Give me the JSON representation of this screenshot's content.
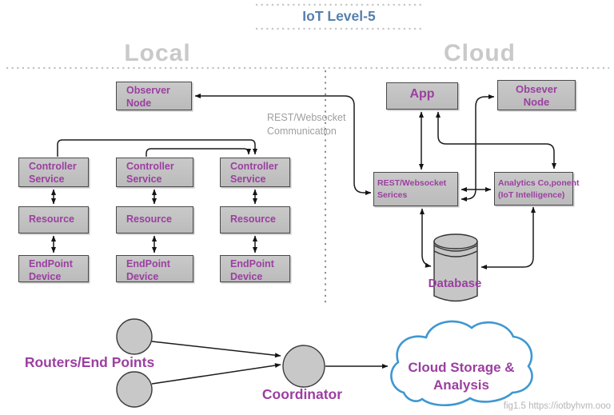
{
  "title": "IoT Level-5",
  "headers": {
    "local": "Local",
    "cloud": "Cloud"
  },
  "communication_label": "REST/Websocket Communication",
  "local": {
    "observer_node": "Observer Node",
    "columns": [
      {
        "controller": "Controller Service",
        "resource": "Resource",
        "endpoint": "EndPoint Device"
      },
      {
        "controller": "Controller Service",
        "resource": "Resource",
        "endpoint": "EndPoint Device"
      },
      {
        "controller": "Controller Service",
        "resource": "Resource",
        "endpoint": "EndPoint Device"
      }
    ]
  },
  "cloud": {
    "app": "App",
    "observer_node": "Obsever Node",
    "rest_services_line1": "REST/Websocket",
    "rest_services_line2": "Serices",
    "analytics_line1": "Analytics Co,ponent",
    "analytics_line2": "(IoT Intelligence)",
    "database": "Database"
  },
  "bottom": {
    "routers": "Routers/End Points",
    "coordinator": "Coordinator",
    "cloud_storage": "Cloud Storage & Analysis"
  },
  "footer": "fig1.5 https://iotbyhvm.ooo",
  "colors": {
    "accent_purple": "#9b3fa0",
    "title_blue": "#567fae",
    "header_gray": "#c9c9c9",
    "box_gray": "#c2c2c2",
    "cloud_outline_blue": "#3e97d1",
    "arrow_black": "#1c1c1c"
  }
}
